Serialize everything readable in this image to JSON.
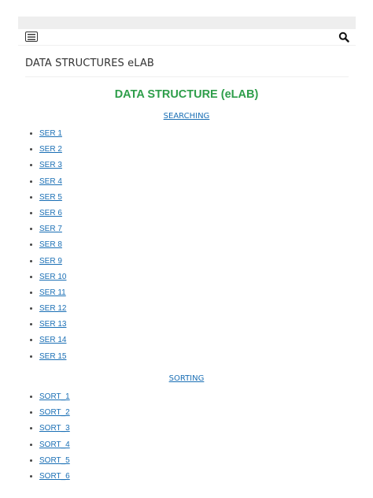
{
  "page": {
    "title": "DATA STRUCTURES eLAB"
  },
  "content": {
    "heading": "DATA STRUCTURE (eLAB)",
    "sections": [
      {
        "title": "SEARCHING",
        "links": [
          "SER 1",
          "SER 2",
          "SER 3",
          "SER 4",
          "SER 5",
          "SER 6",
          "SER 7",
          "SER 8",
          "SER 9",
          "SER 10",
          "SER 11",
          "SER 12",
          "SER 13",
          "SER 14",
          "SER 15"
        ]
      },
      {
        "title": "SORTING",
        "links": [
          "SORT_1",
          "SORT_2",
          "SORT_3",
          "SORT_4",
          "SORT_5",
          "SORT_6"
        ]
      }
    ]
  },
  "icons": {
    "menu": "hamburger-menu-icon",
    "search": "search-icon"
  },
  "colors": {
    "heading_green": "#2e9e4a",
    "link_blue": "#1a6fb5",
    "title_text": "#333333",
    "top_strip": "#eeeeee"
  }
}
